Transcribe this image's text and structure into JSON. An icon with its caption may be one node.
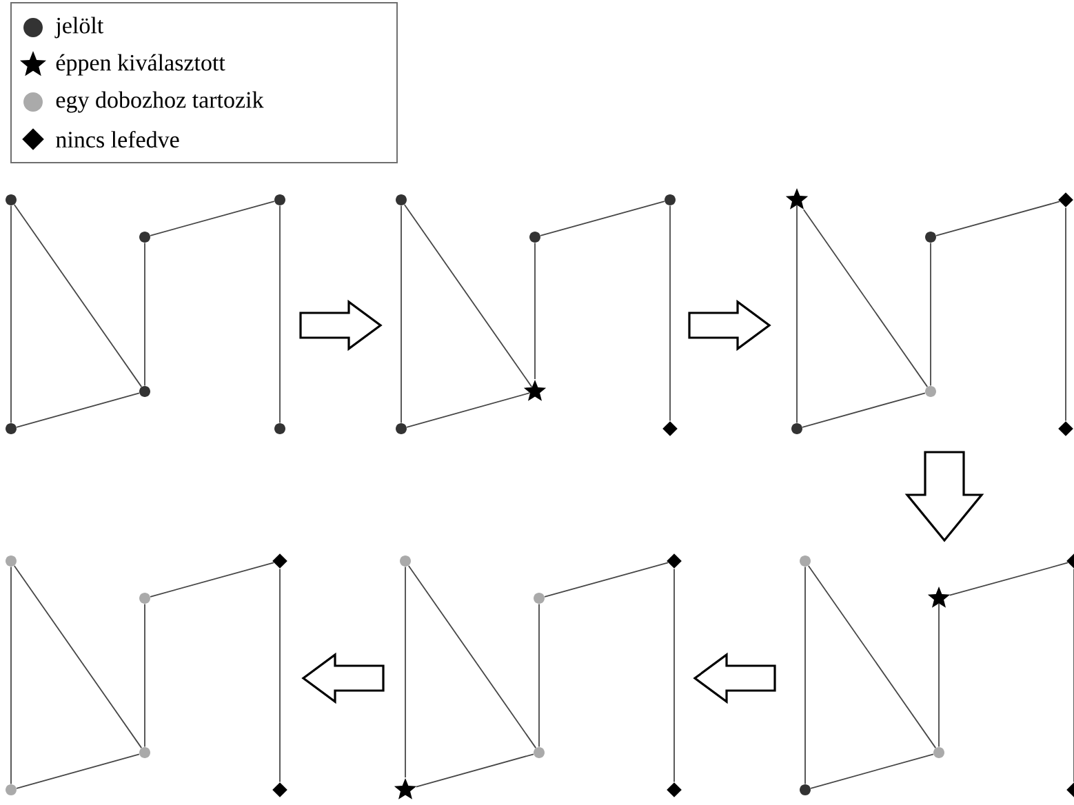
{
  "diagram": {
    "nodes": [
      {
        "text": [],
        "shape": "circle"
      },
      {
        "text": [],
        "shape": "circle"
      },
      {
        "text": [],
        "shape": "circle"
      },
      {
        "text": [],
        "shape": "circle"
      },
      {
        "text": [],
        "shape": "circle"
      },
      {
        "text": [],
        "shape": "circle"
      },
      {
        "text": [],
        "shape": "circle"
      },
      {
        "text": [],
        "shape": "circle"
      },
      {
        "text": [],
        "shape": "circle"
      },
      {
        "text": [],
        "shape": "star"
      },
      {
        "text": [],
        "shape": "circle"
      },
      {
        "text": [],
        "shape": "diamond"
      },
      {
        "text": [],
        "shape": "star"
      },
      {
        "text": [],
        "shape": "diamond"
      },
      {
        "text": [],
        "shape": "circle"
      },
      {
        "text": [],
        "shape": "dot"
      },
      {
        "text": [],
        "shape": "circle"
      },
      {
        "text": [],
        "shape": "diamond"
      },
      {
        "text": [],
        "shape": "dot"
      },
      {
        "text": [],
        "shape": "diamond"
      },
      {
        "text": [],
        "shape": "dot"
      },
      {
        "text": [],
        "shape": "dot"
      },
      {
        "text": [],
        "shape": "dot"
      },
      {
        "text": [],
        "shape": "diamond"
      },
      {
        "text": [],
        "shape": "dot"
      },
      {
        "text": [],
        "shape": "diamond"
      },
      {
        "text": [],
        "shape": "dot"
      },
      {
        "text": [],
        "shape": "dot"
      },
      {
        "text": [],
        "shape": "star"
      },
      {
        "text": [],
        "shape": "diamond"
      },
      {
        "text": [],
        "shape": "dot"
      },
      {
        "text": [],
        "shape": "diamond"
      },
      {
        "text": [],
        "shape": "star"
      },
      {
        "text": [],
        "shape": "dot"
      },
      {
        "text": [],
        "shape": "circle"
      },
      {
        "text": [],
        "shape": "diamond"
      }
    ],
    "edges": [
      {
        "from": 0,
        "to": 4,
        "arrow": "none"
      },
      {
        "from": 0,
        "to": 3,
        "arrow": "none"
      },
      {
        "from": 4,
        "to": 3,
        "arrow": "none"
      },
      {
        "from": 3,
        "to": 2,
        "arrow": "none"
      },
      {
        "from": 2,
        "to": 1,
        "arrow": "none"
      },
      {
        "from": 1,
        "to": 5,
        "arrow": "none"
      },
      {
        "from": 6,
        "to": 10,
        "arrow": "none"
      },
      {
        "from": 6,
        "to": 9,
        "arrow": "none"
      },
      {
        "from": 10,
        "to": 9,
        "arrow": "none"
      },
      {
        "from": 9,
        "to": 8,
        "arrow": "none"
      },
      {
        "from": 8,
        "to": 7,
        "arrow": "none"
      },
      {
        "from": 7,
        "to": 11,
        "arrow": "none"
      },
      {
        "from": 12,
        "to": 16,
        "arrow": "none"
      },
      {
        "from": 12,
        "to": 15,
        "arrow": "none"
      },
      {
        "from": 16,
        "to": 15,
        "arrow": "none"
      },
      {
        "from": 15,
        "to": 14,
        "arrow": "none"
      },
      {
        "from": 14,
        "to": 13,
        "arrow": "none"
      },
      {
        "from": 13,
        "to": 17,
        "arrow": "none"
      },
      {
        "from": 18,
        "to": 22,
        "arrow": "none"
      },
      {
        "from": 18,
        "to": 21,
        "arrow": "none"
      },
      {
        "from": 22,
        "to": 21,
        "arrow": "none"
      },
      {
        "from": 21,
        "to": 20,
        "arrow": "none"
      },
      {
        "from": 20,
        "to": 19,
        "arrow": "none"
      },
      {
        "from": 19,
        "to": 23,
        "arrow": "none"
      },
      {
        "from": 24,
        "to": 28,
        "arrow": "none"
      },
      {
        "from": 24,
        "to": 27,
        "arrow": "none"
      },
      {
        "from": 28,
        "to": 27,
        "arrow": "none"
      },
      {
        "from": 27,
        "to": 26,
        "arrow": "none"
      },
      {
        "from": 26,
        "to": 25,
        "arrow": "none"
      },
      {
        "from": 25,
        "to": 29,
        "arrow": "none"
      },
      {
        "from": 30,
        "to": 34,
        "arrow": "none"
      },
      {
        "from": 30,
        "to": 33,
        "arrow": "none"
      },
      {
        "from": 34,
        "to": 33,
        "arrow": "none"
      },
      {
        "from": 33,
        "to": 32,
        "arrow": "none"
      },
      {
        "from": 32,
        "to": 31,
        "arrow": "none"
      },
      {
        "from": 31,
        "to": 35,
        "arrow": "none"
      }
    ],
    "legend": [
      {
        "text": "jelölt",
        "color": "#333333"
      },
      {
        "text": "éppen kiválasztott"
      },
      {
        "text": "egy dobozhoz tartozik",
        "color": "#aaaaaa"
      },
      {
        "text": "nincs lefedve"
      }
    ]
  }
}
